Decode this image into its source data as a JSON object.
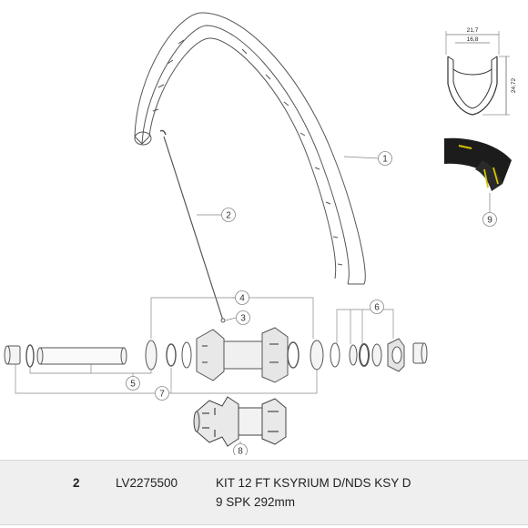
{
  "callouts": [
    "1",
    "2",
    "3",
    "4",
    "5",
    "6",
    "7",
    "8",
    "9"
  ],
  "rim_profile": {
    "outer_width": "21,7",
    "inner_width": "16,8",
    "height": "24,72"
  },
  "parts_table": {
    "rows": [
      {
        "number": "2",
        "reference": "LV2275500",
        "description_line1": "KIT 12 FT KSYRIUM D/NDS KSY D",
        "description_line2": "9 SPK 292mm"
      }
    ]
  },
  "colors": {
    "line": "#555555",
    "callout_stroke": "#888888",
    "table_bg": "#efefef",
    "tire_black": "#1c1c1c",
    "tire_accent": "#d8c400"
  }
}
